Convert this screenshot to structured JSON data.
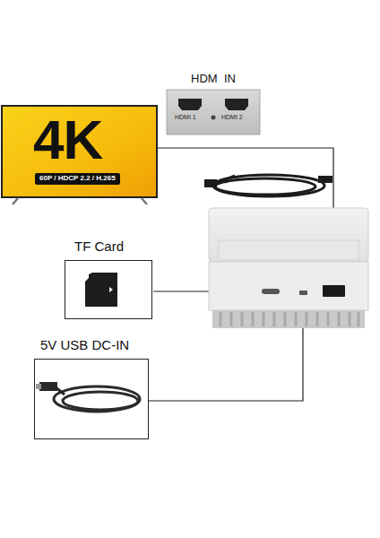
{
  "diagram": {
    "nodes": [
      {
        "text": [
          "4K",
          "60P / HDCP 2.2 / H.265"
        ]
      },
      {
        "text": [
          "HDM  IN",
          "HDMI 1",
          "HDMI 2"
        ]
      },
      {
        "text": [
          "TF Card"
        ]
      },
      {
        "text": [
          "5V USB DC-IN"
        ]
      }
    ]
  }
}
